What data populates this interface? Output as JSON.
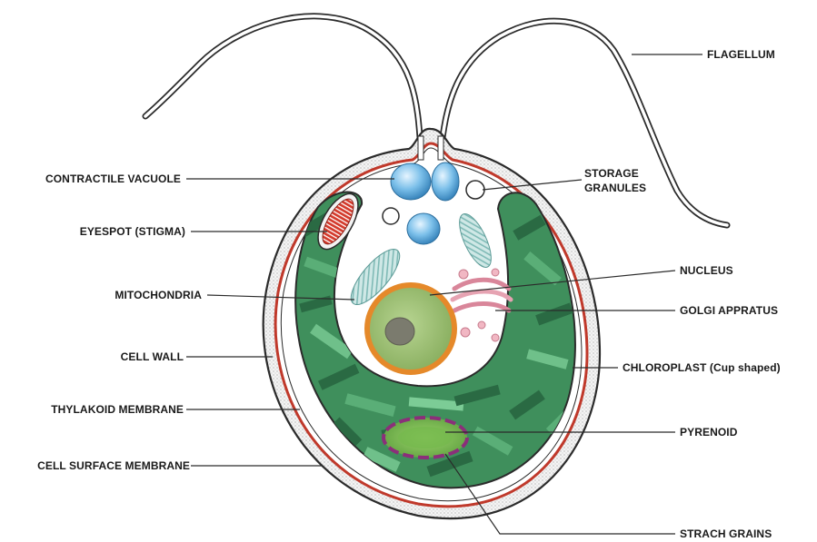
{
  "labels": {
    "flagellum": "FLAGELLUM",
    "contractile_vacuole": "CONTRACTILE VACUOLE",
    "storage_granules_1": "STORAGE",
    "storage_granules_2": "GRANULES",
    "eyespot": "EYESPOT (STIGMA)",
    "mitochondria": "MITOCHONDRIA",
    "nucleus": "NUCLEUS",
    "golgi": "GOLGI APPRATUS",
    "cell_wall": "CELL WALL",
    "chloroplast": "CHLOROPLAST (Cup shaped)",
    "thylakoid": "THYLAKOID MEMBRANE",
    "pyrenoid": "PYRENOID",
    "cell_surface_membrane": "CELL SURFACE MEMBRANE",
    "starch_grains": "STRACH GRAINS"
  },
  "colors": {
    "outline": "#2b2b2b",
    "membrane_red": "#c0392b",
    "chloroplast_green": "#3f8f5c",
    "chloroplast_dark": "#2a6a43",
    "vacuole_blue": "#5aa7d6",
    "nucleus_orange": "#e5892a",
    "nucleus_fill": "#9dbf6e",
    "golgi_pink": "#d9869a",
    "eyespot_red": "#d33a2c",
    "pyrenoid_purple": "#8b2f7a"
  }
}
